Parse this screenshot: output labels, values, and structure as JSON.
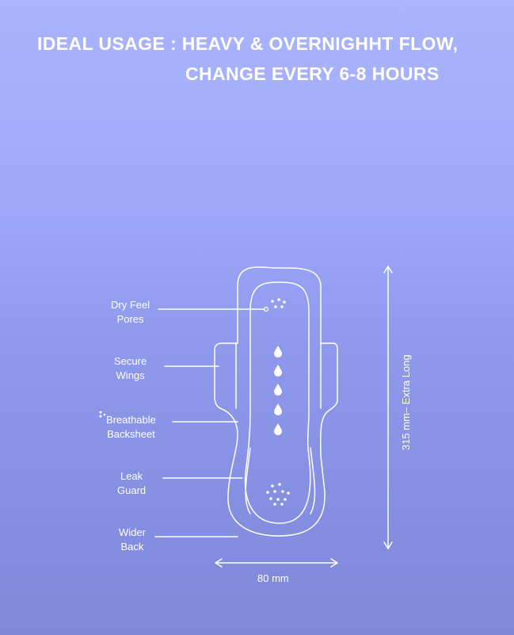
{
  "headline": {
    "line1": "IDEAL USAGE : HEAVY & OVERNIGHHT FLOW,",
    "line2": "CHANGE EVERY 6-8 HOURS"
  },
  "labels": {
    "dry_feel": [
      "Dry Feel",
      "Pores"
    ],
    "secure_wings": [
      "Secure",
      "Wings"
    ],
    "breathable": [
      "Breathable",
      "Backsheet"
    ],
    "leak_guard": [
      "Leak",
      "Guard"
    ],
    "wider_back": [
      "Wider",
      "Back"
    ]
  },
  "dimensions": {
    "width": "80 mm",
    "length": "315 mm– Extra Long"
  },
  "colors": {
    "line": "#ffffff",
    "bg_top": "#a9b4fb",
    "bg_bottom": "#7f87d8"
  }
}
